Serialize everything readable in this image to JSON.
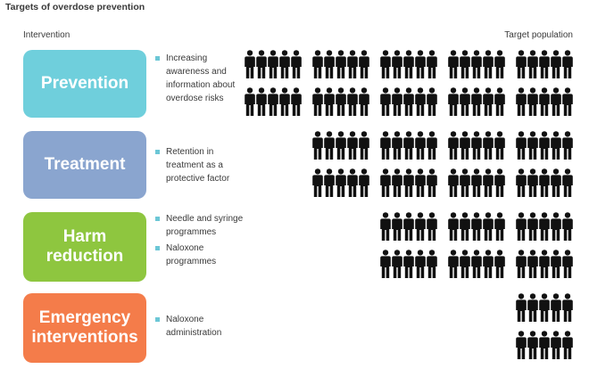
{
  "title": "Targets of overdose prevention",
  "headers": {
    "left": "Intervention",
    "right": "Target population"
  },
  "rows": [
    {
      "label": "Prevention",
      "label_lines": [
        "Prevention"
      ],
      "color": "#6fcfdc",
      "bullets": [
        "Increasing awareness and information about overdose risks"
      ],
      "groups_per_line": 5,
      "lines": 2
    },
    {
      "label": "Treatment",
      "label_lines": [
        "Treatment"
      ],
      "color": "#8aa5cf",
      "bullets": [
        "Retention in treatment as a protective factor"
      ],
      "groups_per_line": 4,
      "lines": 2
    },
    {
      "label": "Harm reduction",
      "label_lines": [
        "Harm",
        "reduction"
      ],
      "color": "#8ec63f",
      "bullets": [
        "Needle and syringe programmes",
        "Naloxone programmes"
      ],
      "groups_per_line": 3,
      "lines": 2
    },
    {
      "label": "Emergency interventions",
      "label_lines": [
        "Emergency",
        "interventions"
      ],
      "color": "#f47c4a",
      "bullets": [
        "Naloxone administration"
      ],
      "groups_per_line": 1,
      "lines": 2
    }
  ],
  "figure_color": "#111111",
  "people_per_group": 5
}
